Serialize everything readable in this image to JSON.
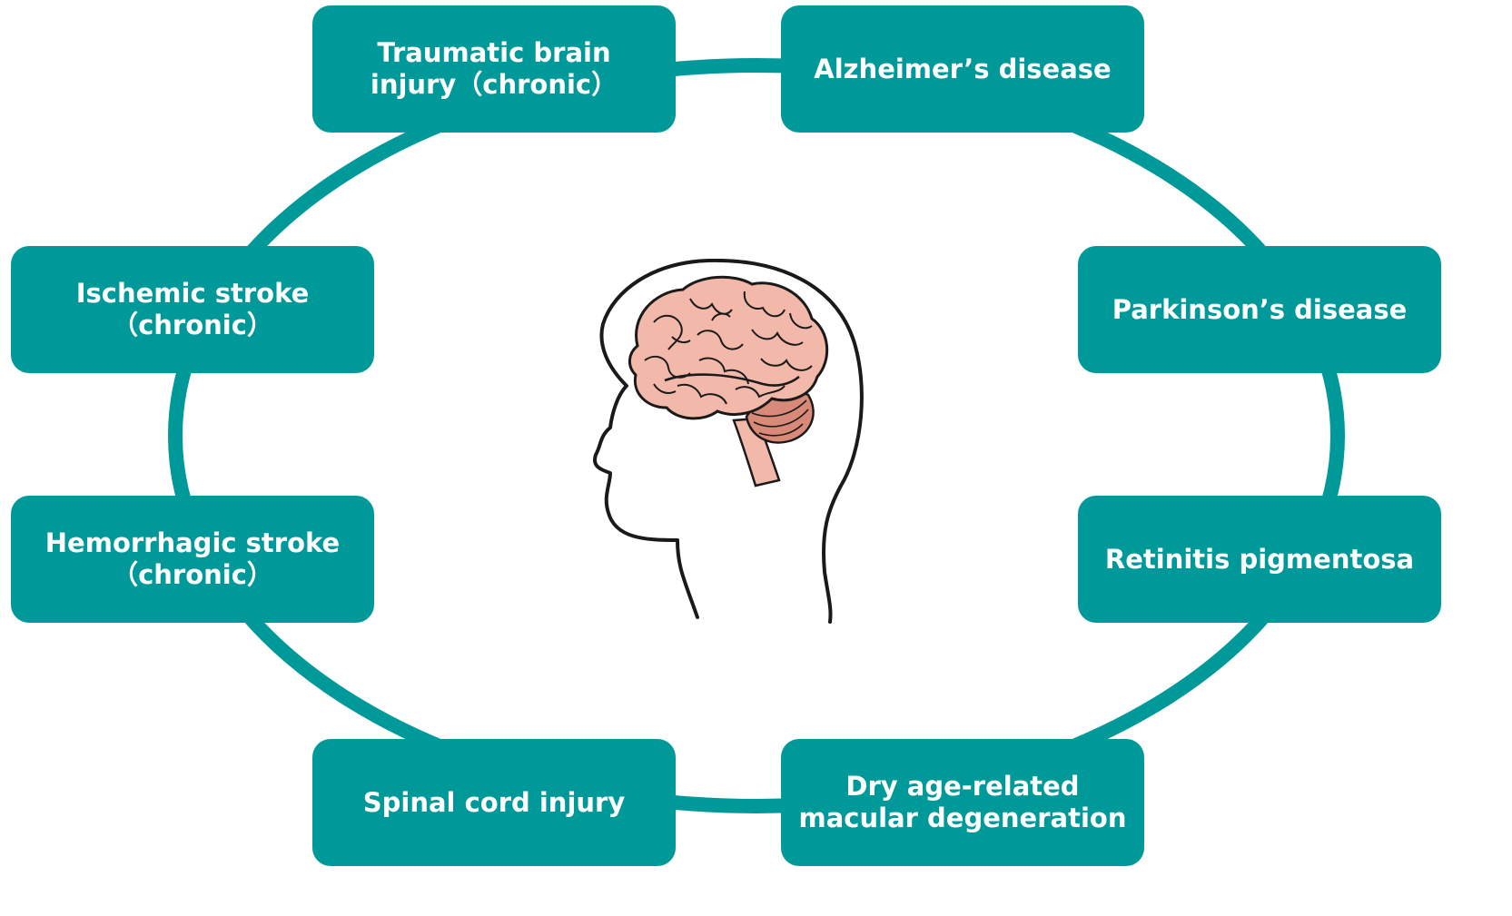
{
  "colors": {
    "teal": "#00999A",
    "skin": "#F2B8A9",
    "skin_dark": "#D98978",
    "outline": "#1a1a1a",
    "background": "#FFFFFF"
  },
  "icons": {
    "center": "human-head-with-brain-icon"
  },
  "nodes": {
    "tbi": "Traumatic brain\ninjury（chronic）",
    "alzheimers": "Alzheimer’s disease",
    "ischemic": "Ischemic stroke\n（chronic）",
    "parkinsons": "Parkinson’s disease",
    "hemorrhagic": "Hemorrhagic stroke\n（chronic）",
    "retinitis": "Retinitis pigmentosa",
    "spinal": "Spinal cord injury",
    "amd": "Dry age-related\nmacular degeneration"
  }
}
